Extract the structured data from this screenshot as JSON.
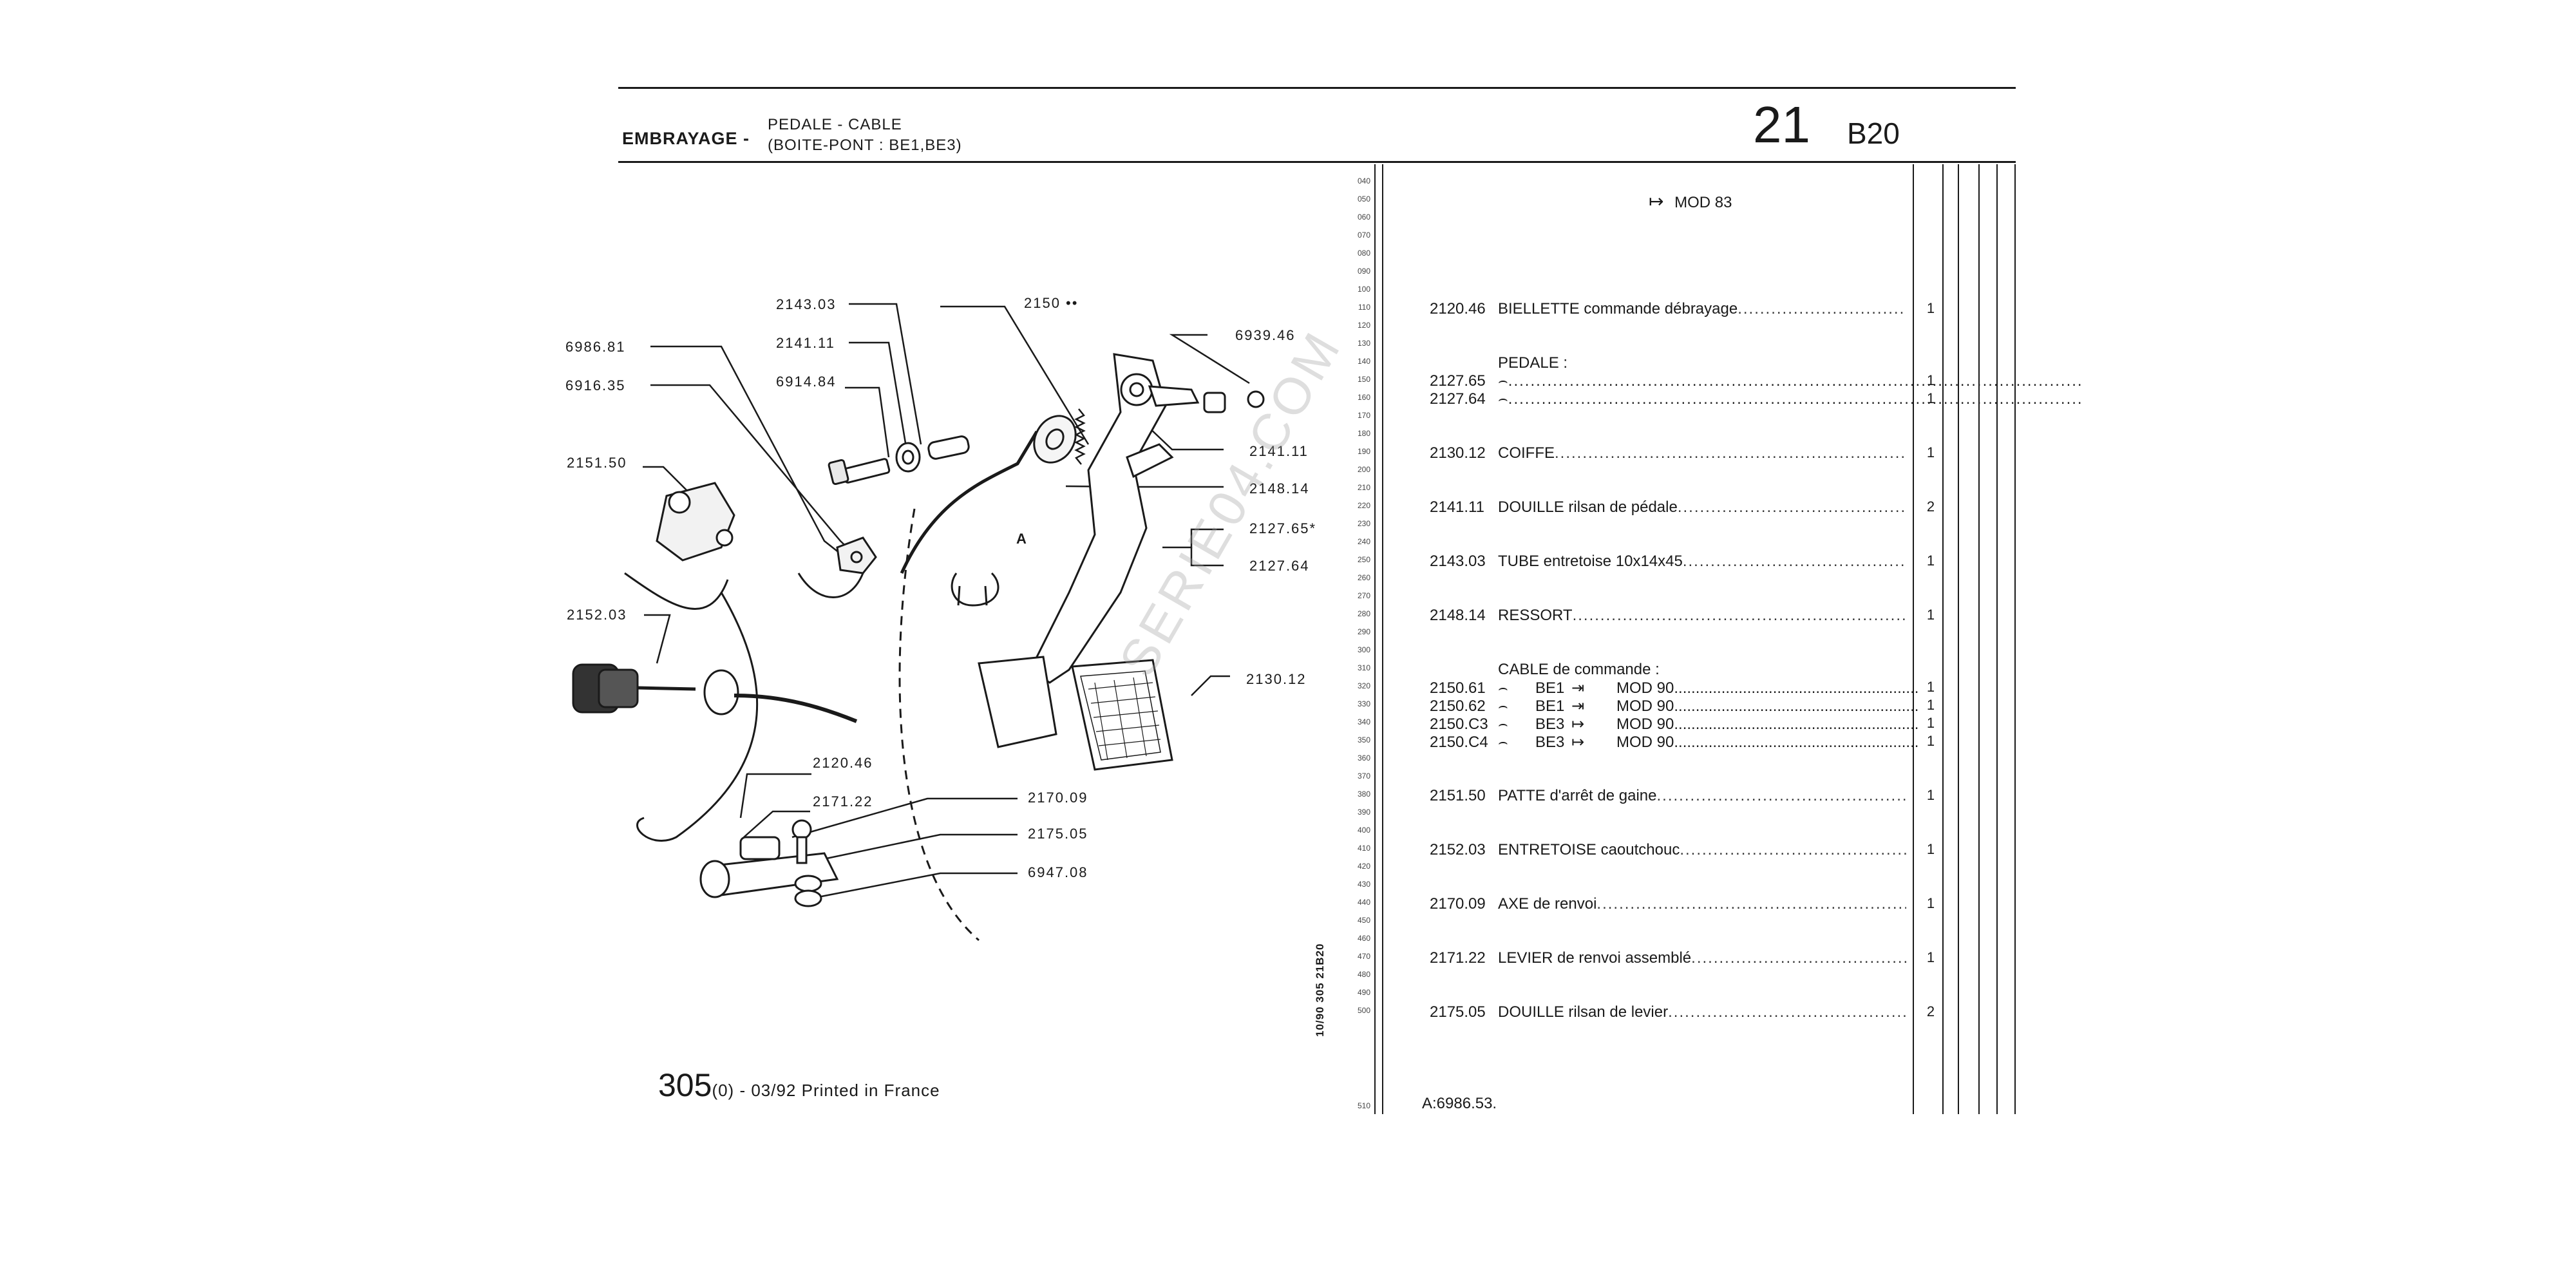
{
  "header": {
    "section": "EMBRAYAGE -",
    "title_line1": "PEDALE - CABLE",
    "title_line2": "(BOITE-PONT : BE1,BE3)",
    "group": "21",
    "code": "B20"
  },
  "mod_note": "MOD 83",
  "callouts": {
    "c_2143_03": "2143.03",
    "c_2150": "2150 ••",
    "c_6939_46": "6939.46",
    "c_6986_81": "6986.81",
    "c_2141_11a": "2141.11",
    "c_6916_35": "6916.35",
    "c_6914_84": "6914.84",
    "c_2141_11b": "2141.11",
    "c_2151_50": "2151.50",
    "c_2148_14": "2148.14",
    "c_2127_65": "2127.65*",
    "c_a": "A",
    "c_2127_64": "2127.64",
    "c_2152_03": "2152.03",
    "c_2130_12": "2130.12",
    "c_2120_46": "2120.46",
    "c_2171_22": "2171.22",
    "c_2170_09": "2170.09",
    "c_2175_05": "2175.05",
    "c_6947_08": "6947.08"
  },
  "line_numbers": [
    "040",
    "050",
    "060",
    "070",
    "080",
    "090",
    "100",
    "110",
    "120",
    "130",
    "140",
    "150",
    "160",
    "170",
    "180",
    "190",
    "200",
    "210",
    "220",
    "230",
    "240",
    "250",
    "260",
    "270",
    "280",
    "290",
    "300",
    "310",
    "320",
    "330",
    "340",
    "350",
    "360",
    "370",
    "380",
    "390",
    "400",
    "410",
    "420",
    "430",
    "440",
    "450",
    "460",
    "470",
    "480",
    "490",
    "500",
    "510"
  ],
  "side_code": "10/90 305 21B20",
  "parts": [
    {
      "pn": "2120.46",
      "name": "BIELLETTE commande débrayage",
      "qty": "1"
    },
    {
      "pn": "2130.12",
      "name": "COIFFE",
      "qty": "1"
    },
    {
      "pn": "2141.11",
      "name": "DOUILLE rilsan de pédale",
      "qty": "2"
    },
    {
      "pn": "2143.03",
      "name": "TUBE entretoise 10x14x45",
      "qty": "1"
    },
    {
      "pn": "2148.14",
      "name": "RESSORT",
      "qty": "1"
    },
    {
      "pn": "2151.50",
      "name": "PATTE d'arrêt de gaine",
      "qty": "1"
    },
    {
      "pn": "2152.03",
      "name": "ENTRETOISE caoutchouc",
      "qty": "1"
    },
    {
      "pn": "2170.09",
      "name": "AXE de renvoi",
      "qty": "1"
    },
    {
      "pn": "2171.22",
      "name": "LEVIER de renvoi assemblé",
      "qty": "1"
    },
    {
      "pn": "2175.05",
      "name": "DOUILLE rilsan de levier",
      "qty": "2"
    }
  ],
  "pedale": {
    "heading": "PEDALE :",
    "items": [
      {
        "pn": "2127.65",
        "qty": "1"
      },
      {
        "pn": "2127.64",
        "qty": "1"
      }
    ]
  },
  "cable": {
    "heading": "CABLE de commande :",
    "items": [
      {
        "pn": "2150.61",
        "be": "BE1",
        "mod": "MOD 90",
        "qty": "1"
      },
      {
        "pn": "2150.62",
        "be": "BE1",
        "mod": "MOD 90",
        "qty": "1"
      },
      {
        "pn": "2150.C3",
        "be": "BE3",
        "mod": "MOD 90",
        "qty": "1"
      },
      {
        "pn": "2150.C4",
        "be": "BE3",
        "mod": "MOD 90",
        "qty": "1"
      }
    ]
  },
  "footnote": "A:6986.53.",
  "footer": {
    "page": "305",
    "suffix": "(0) - 03/92 Printed in France"
  },
  "watermark": "SERIE04.COM"
}
